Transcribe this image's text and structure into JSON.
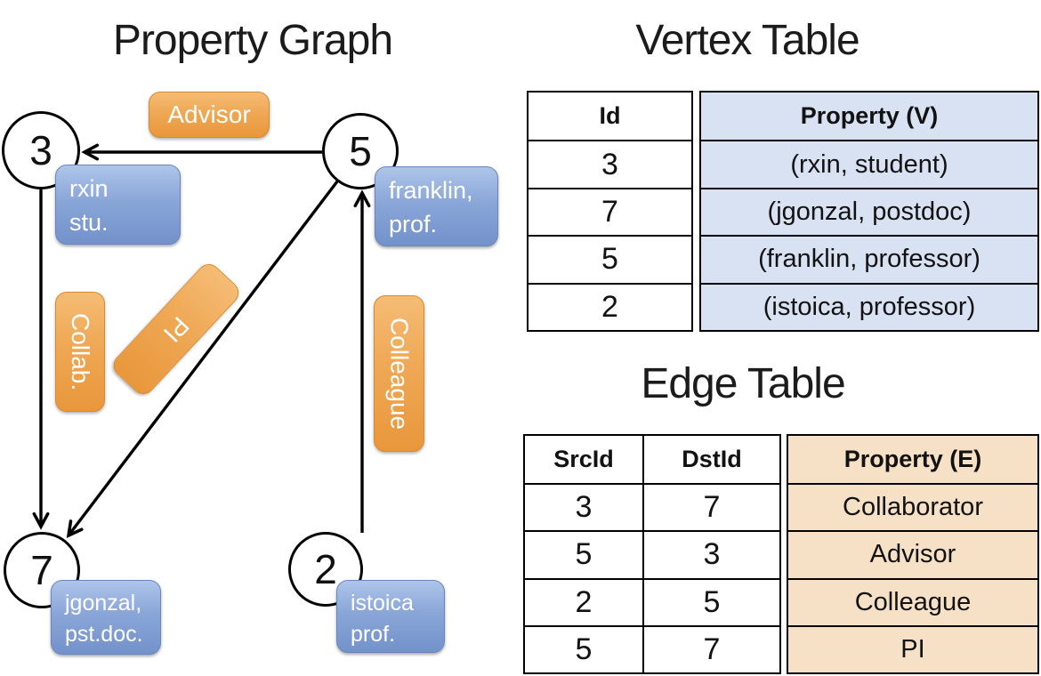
{
  "graph": {
    "title": "Property Graph",
    "nodes": [
      {
        "id": "3",
        "property": [
          "rxin",
          "stu."
        ]
      },
      {
        "id": "5",
        "property": [
          "franklin,",
          "prof."
        ]
      },
      {
        "id": "7",
        "property": [
          "jgonzal,",
          "pst.doc."
        ]
      },
      {
        "id": "2",
        "property": [
          "istoica",
          "prof."
        ]
      }
    ],
    "edge_labels": [
      "Advisor",
      "Collab.",
      "PI",
      "Colleague"
    ]
  },
  "vertex_table": {
    "title": "Vertex Table",
    "columns": [
      "Id",
      "Property (V)"
    ],
    "rows": [
      [
        "3",
        "(rxin, student)"
      ],
      [
        "7",
        "(jgonzal, postdoc)"
      ],
      [
        "5",
        "(franklin, professor)"
      ],
      [
        "2",
        "(istoica, professor)"
      ]
    ]
  },
  "edge_table": {
    "title": "Edge Table",
    "columns": [
      "SrcId",
      "DstId",
      "Property (E)"
    ],
    "rows": [
      [
        "3",
        "7",
        "Collaborator"
      ],
      [
        "5",
        "3",
        "Advisor"
      ],
      [
        "2",
        "5",
        "Colleague"
      ],
      [
        "5",
        "7",
        "PI"
      ]
    ]
  },
  "colors": {
    "edge_label_orange_top": "#F5BC75",
    "edge_label_orange_bottom": "#E9973B",
    "vertex_box_blue_top": "#AEC5EA",
    "vertex_box_blue_bottom": "#7392CB",
    "vertex_table_property_bg": "#D9E2F3",
    "edge_table_property_bg": "#F6E0C6",
    "line_color": "#000000"
  }
}
